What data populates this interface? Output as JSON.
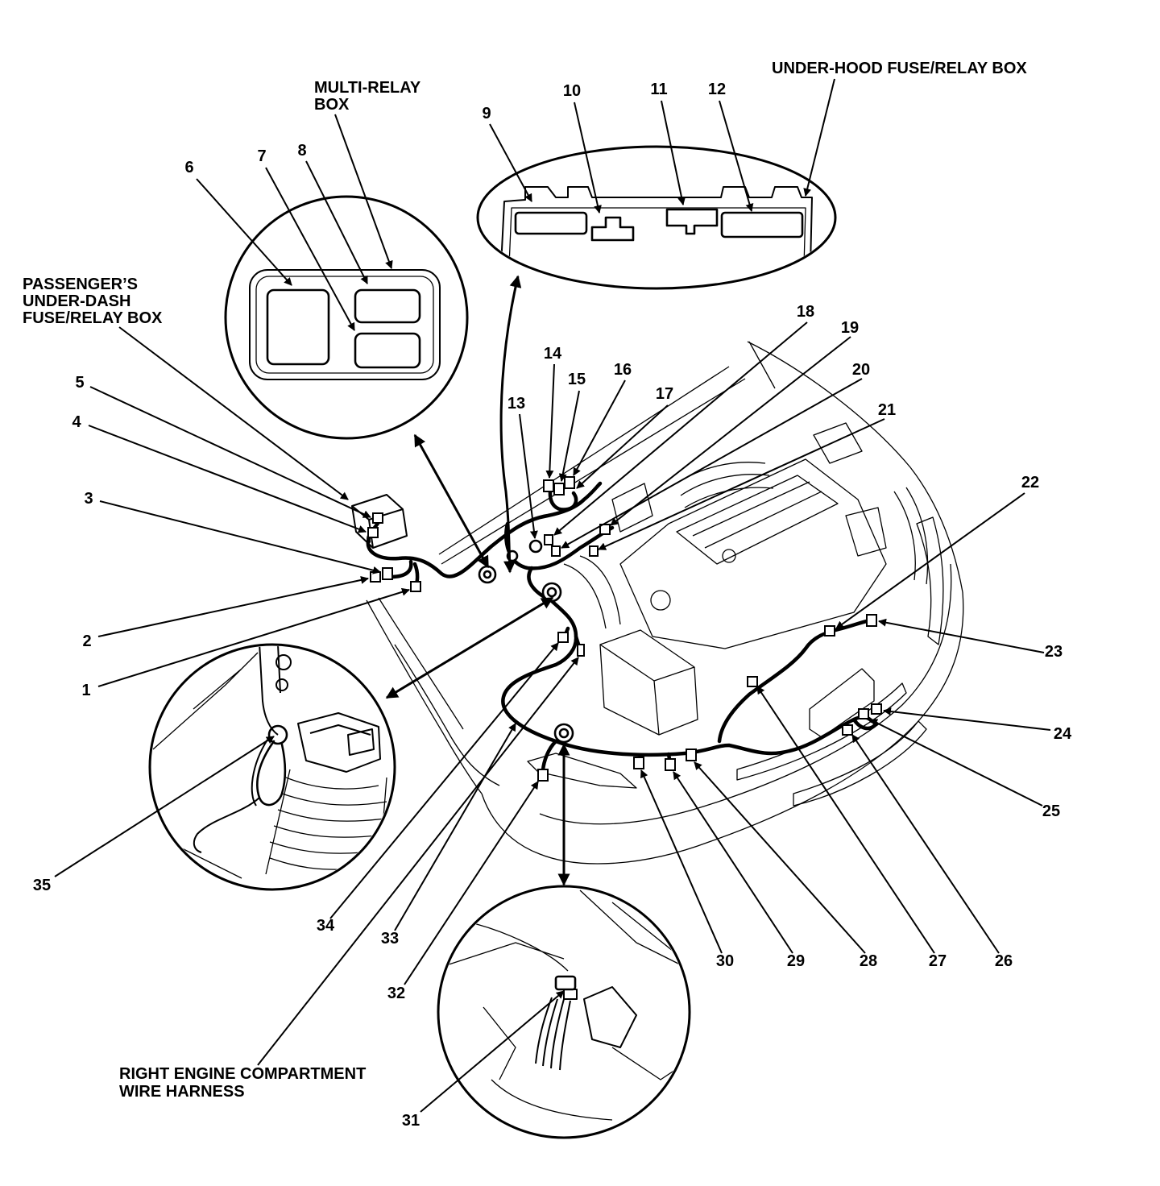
{
  "labels": {
    "multi_relay": {
      "line1": "MULTI-RELAY",
      "line2": "BOX"
    },
    "under_hood": "UNDER-HOOD FUSE/RELAY BOX",
    "passenger": {
      "line1": "PASSENGER’S",
      "line2": "UNDER-DASH",
      "line3": "FUSE/RELAY BOX"
    },
    "harness": {
      "line1": "RIGHT ENGINE COMPARTMENT",
      "line2": "WIRE HARNESS"
    }
  },
  "callouts": [
    "1",
    "2",
    "3",
    "4",
    "5",
    "6",
    "7",
    "8",
    "9",
    "10",
    "11",
    "12",
    "13",
    "14",
    "15",
    "16",
    "17",
    "18",
    "19",
    "20",
    "21",
    "22",
    "23",
    "24",
    "25",
    "26",
    "27",
    "28",
    "29",
    "30",
    "31",
    "32",
    "33",
    "34",
    "35"
  ]
}
